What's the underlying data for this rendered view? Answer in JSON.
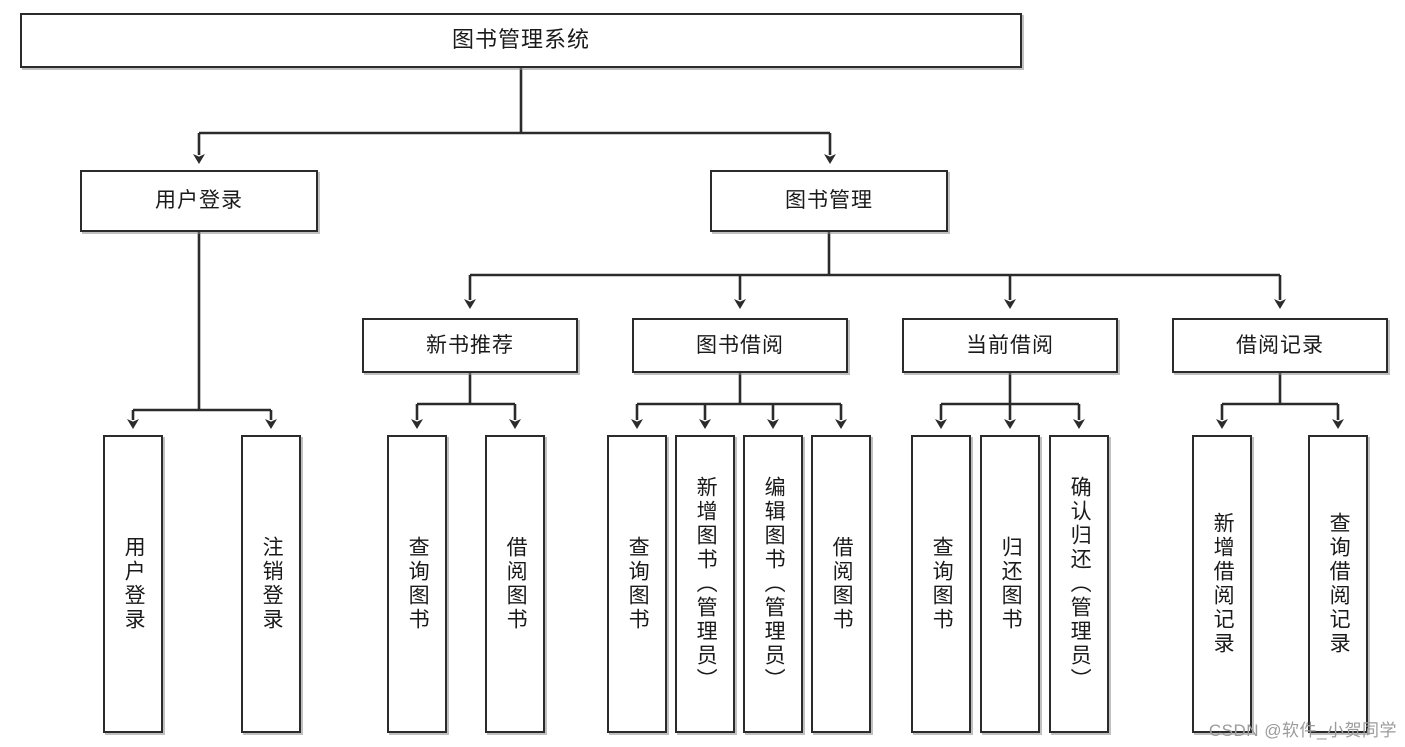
{
  "diagram": {
    "title": "图书管理系统",
    "type": "tree",
    "watermark": "CSDN @软件_小贺同学",
    "colors": {
      "box_border": "#2b2b2b",
      "box_fill": "#ffffff",
      "edge": "#2b2b2b",
      "text": "#1a1a1a",
      "watermark": "#9b9b9b",
      "background": "#ffffff"
    }
  },
  "nodes": {
    "root": {
      "label": "图书管理系统"
    },
    "level2": [
      {
        "id": "user-login",
        "label": "用户登录"
      },
      {
        "id": "book-management",
        "label": "图书管理"
      }
    ],
    "level3": [
      {
        "id": "new-book-recommend",
        "label": "新书推荐"
      },
      {
        "id": "book-borrow",
        "label": "图书借阅"
      },
      {
        "id": "current-borrow",
        "label": "当前借阅"
      },
      {
        "id": "borrow-record",
        "label": "借阅记录"
      }
    ],
    "leaves": [
      {
        "id": "leaf-user-login",
        "label": "用户登录",
        "parent": "user-login"
      },
      {
        "id": "leaf-logout",
        "label": "注销登录",
        "parent": "user-login"
      },
      {
        "id": "leaf-query-book-1",
        "label": "查询图书",
        "parent": "new-book-recommend"
      },
      {
        "id": "leaf-borrow-book-1",
        "label": "借阅图书",
        "parent": "new-book-recommend"
      },
      {
        "id": "leaf-query-book-2",
        "label": "查询图书",
        "parent": "book-borrow"
      },
      {
        "id": "leaf-add-book",
        "label": "新增图书（管理员）",
        "parent": "book-borrow"
      },
      {
        "id": "leaf-edit-book",
        "label": "编辑图书（管理员）",
        "parent": "book-borrow"
      },
      {
        "id": "leaf-borrow-book-2",
        "label": "借阅图书",
        "parent": "book-borrow"
      },
      {
        "id": "leaf-query-book-3",
        "label": "查询图书",
        "parent": "current-borrow"
      },
      {
        "id": "leaf-return-book",
        "label": "归还图书",
        "parent": "current-borrow"
      },
      {
        "id": "leaf-confirm-return",
        "label": "确认归还（管理员）",
        "parent": "current-borrow"
      },
      {
        "id": "leaf-add-record",
        "label": "新增借阅记录",
        "parent": "borrow-record"
      },
      {
        "id": "leaf-query-record",
        "label": "查询借阅记录",
        "parent": "borrow-record"
      }
    ]
  }
}
